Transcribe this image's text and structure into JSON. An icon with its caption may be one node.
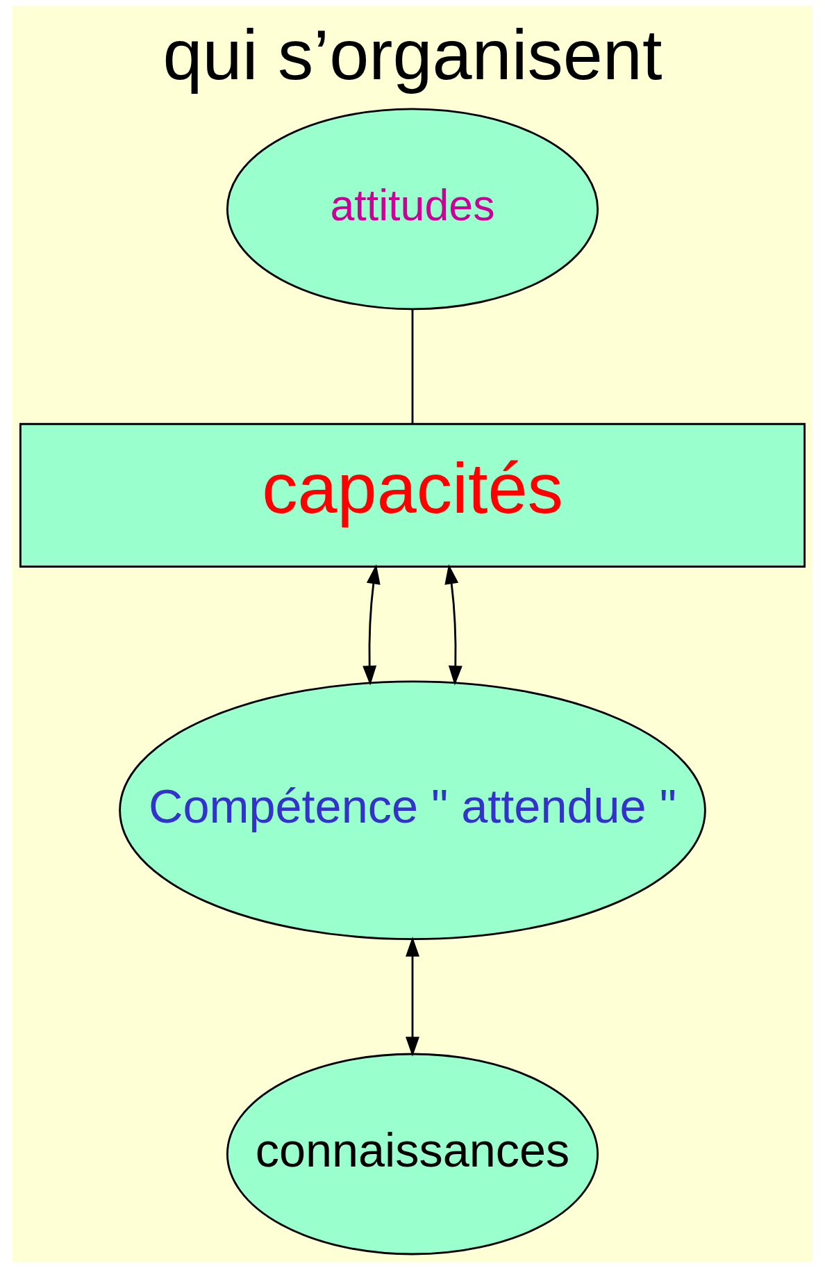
{
  "diagram": {
    "title": "qui s’organisent",
    "nodes": [
      {
        "text": [
          "attitudes"
        ]
      },
      {
        "text": [
          "capacités"
        ]
      },
      {
        "text": [
          "Compétence \" attendue \""
        ]
      },
      {
        "text": [
          "connaissances"
        ]
      }
    ],
    "edges": [
      {
        "from": 0,
        "to": 1,
        "arrow": "none"
      },
      {
        "from": 1,
        "to": 2,
        "arrow": "both"
      },
      {
        "from": 2,
        "to": 1,
        "arrow": "both"
      },
      {
        "from": 2,
        "to": 3,
        "arrow": "both"
      }
    ]
  }
}
